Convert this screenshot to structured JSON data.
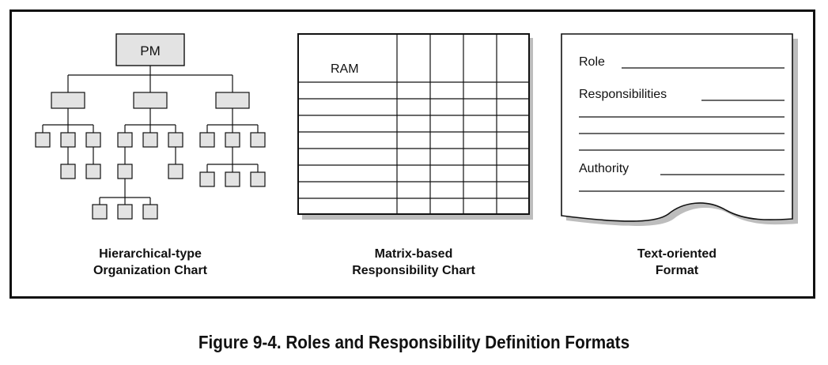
{
  "org_chart": {
    "root_label": "PM",
    "caption_line1": "Hierarchical-type",
    "caption_line2": "Organization Chart"
  },
  "matrix": {
    "header_label": "RAM",
    "caption_line1": "Matrix-based",
    "caption_line2": "Responsibility Chart"
  },
  "text_format": {
    "role_label": "Role",
    "responsibilities_label": "Responsibilities",
    "authority_label": "Authority",
    "caption_line1": "Text-oriented",
    "caption_line2": "Format"
  },
  "figure_caption": "Figure 9-4. Roles and Responsibility Definition Formats",
  "colors": {
    "box_fill": "#e3e3e3",
    "line": "#111111",
    "shadow": "#bdbdbd"
  }
}
